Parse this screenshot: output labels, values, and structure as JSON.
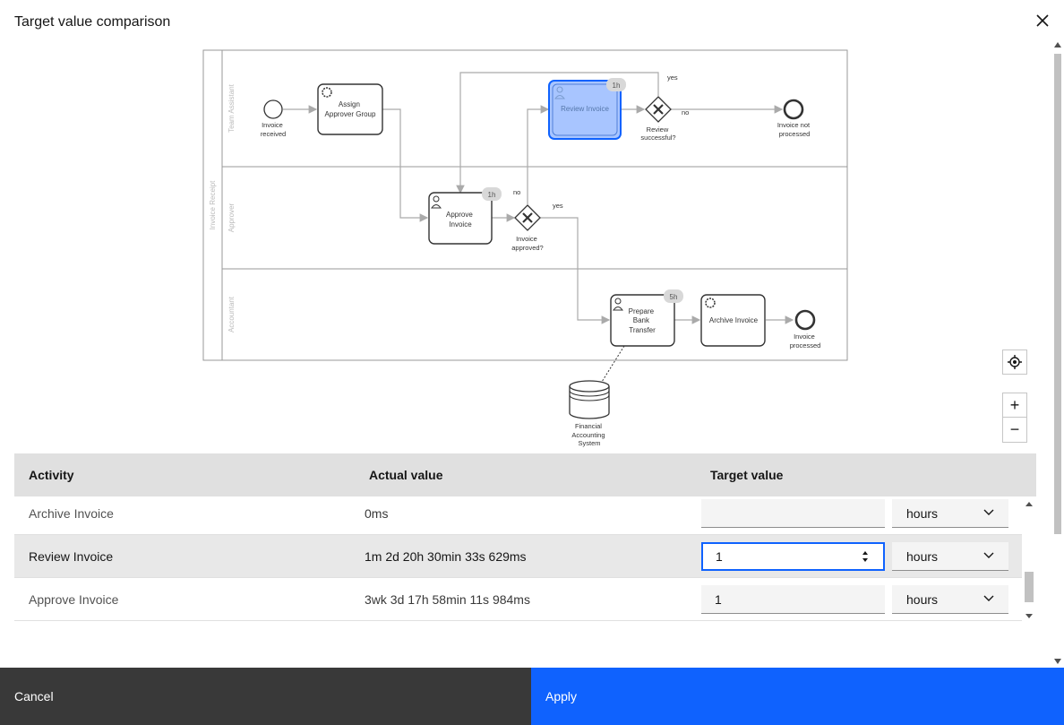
{
  "modal": {
    "title": "Target value comparison"
  },
  "diagram": {
    "pool_label": "Invoice Receipt",
    "lanes": [
      "Team Assistant",
      "Approver",
      "Accountant"
    ],
    "start_event": [
      "Invoice",
      "received"
    ],
    "assign_task": [
      "Assign",
      "Approver Group"
    ],
    "review_task": "Review Invoice",
    "review_badge": "1h",
    "review_gateway": [
      "Review",
      "successful?"
    ],
    "review_yes": "yes",
    "review_no": "no",
    "end_not_processed": [
      "Invoice not",
      "processed"
    ],
    "approve_task": [
      "Approve",
      "Invoice"
    ],
    "approve_badge": "1h",
    "approve_gateway": [
      "Invoice",
      "approved?"
    ],
    "approve_no": "no",
    "approve_yes": "yes",
    "transfer_task": [
      "Prepare",
      "Bank",
      "Transfer"
    ],
    "transfer_badge": "5h",
    "archive_task": "Archive Invoice",
    "end_processed": [
      "Invoice",
      "processed"
    ],
    "datastore": [
      "Financial",
      "Accounting",
      "System"
    ]
  },
  "controls": {
    "plus": "+",
    "minus": "−"
  },
  "table": {
    "headers": {
      "activity": "Activity",
      "actual": "Actual value",
      "target": "Target value"
    },
    "rows": [
      {
        "activity": "Archive Invoice",
        "actual": "0ms",
        "target": "",
        "unit": "hours"
      },
      {
        "activity": "Review Invoice",
        "actual": "1m 2d 20h 30min 33s 629ms",
        "target": "1",
        "unit": "hours"
      },
      {
        "activity": "Approve Invoice",
        "actual": "3wk 3d 17h 58min 11s 984ms",
        "target": "1",
        "unit": "hours"
      }
    ]
  },
  "footer": {
    "cancel": "Cancel",
    "apply": "Apply"
  },
  "colors": {
    "primary": "#0f62fe",
    "highlight": "#a8c5ff",
    "dark": "#393939"
  }
}
